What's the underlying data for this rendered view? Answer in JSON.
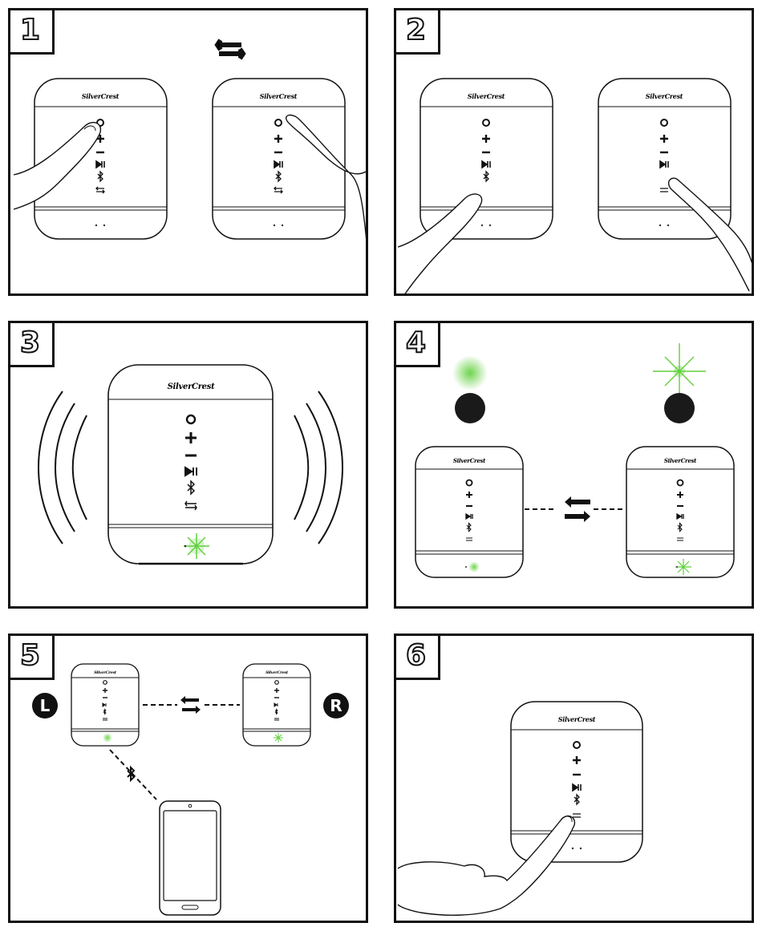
{
  "brand": "SilverCrest",
  "steps": [
    {
      "label": "1"
    },
    {
      "label": "2"
    },
    {
      "label": "3"
    },
    {
      "label": "4"
    },
    {
      "label": "5",
      "left_badge": "L",
      "right_badge": "R"
    },
    {
      "label": "6"
    }
  ],
  "icons": {
    "power": "power-icon",
    "volume_up": "plus-icon",
    "volume_down": "minus-icon",
    "play_pause": "play-pause-icon",
    "bluetooth": "bluetooth-icon",
    "twin_link": "twin-link-icon",
    "pair_arrows": "double-arrow-icon",
    "smartphone": "smartphone-icon"
  },
  "colors": {
    "led_green": "#5fcf3a",
    "outline": "#111111",
    "indicator_off": "#1a1a1a"
  }
}
